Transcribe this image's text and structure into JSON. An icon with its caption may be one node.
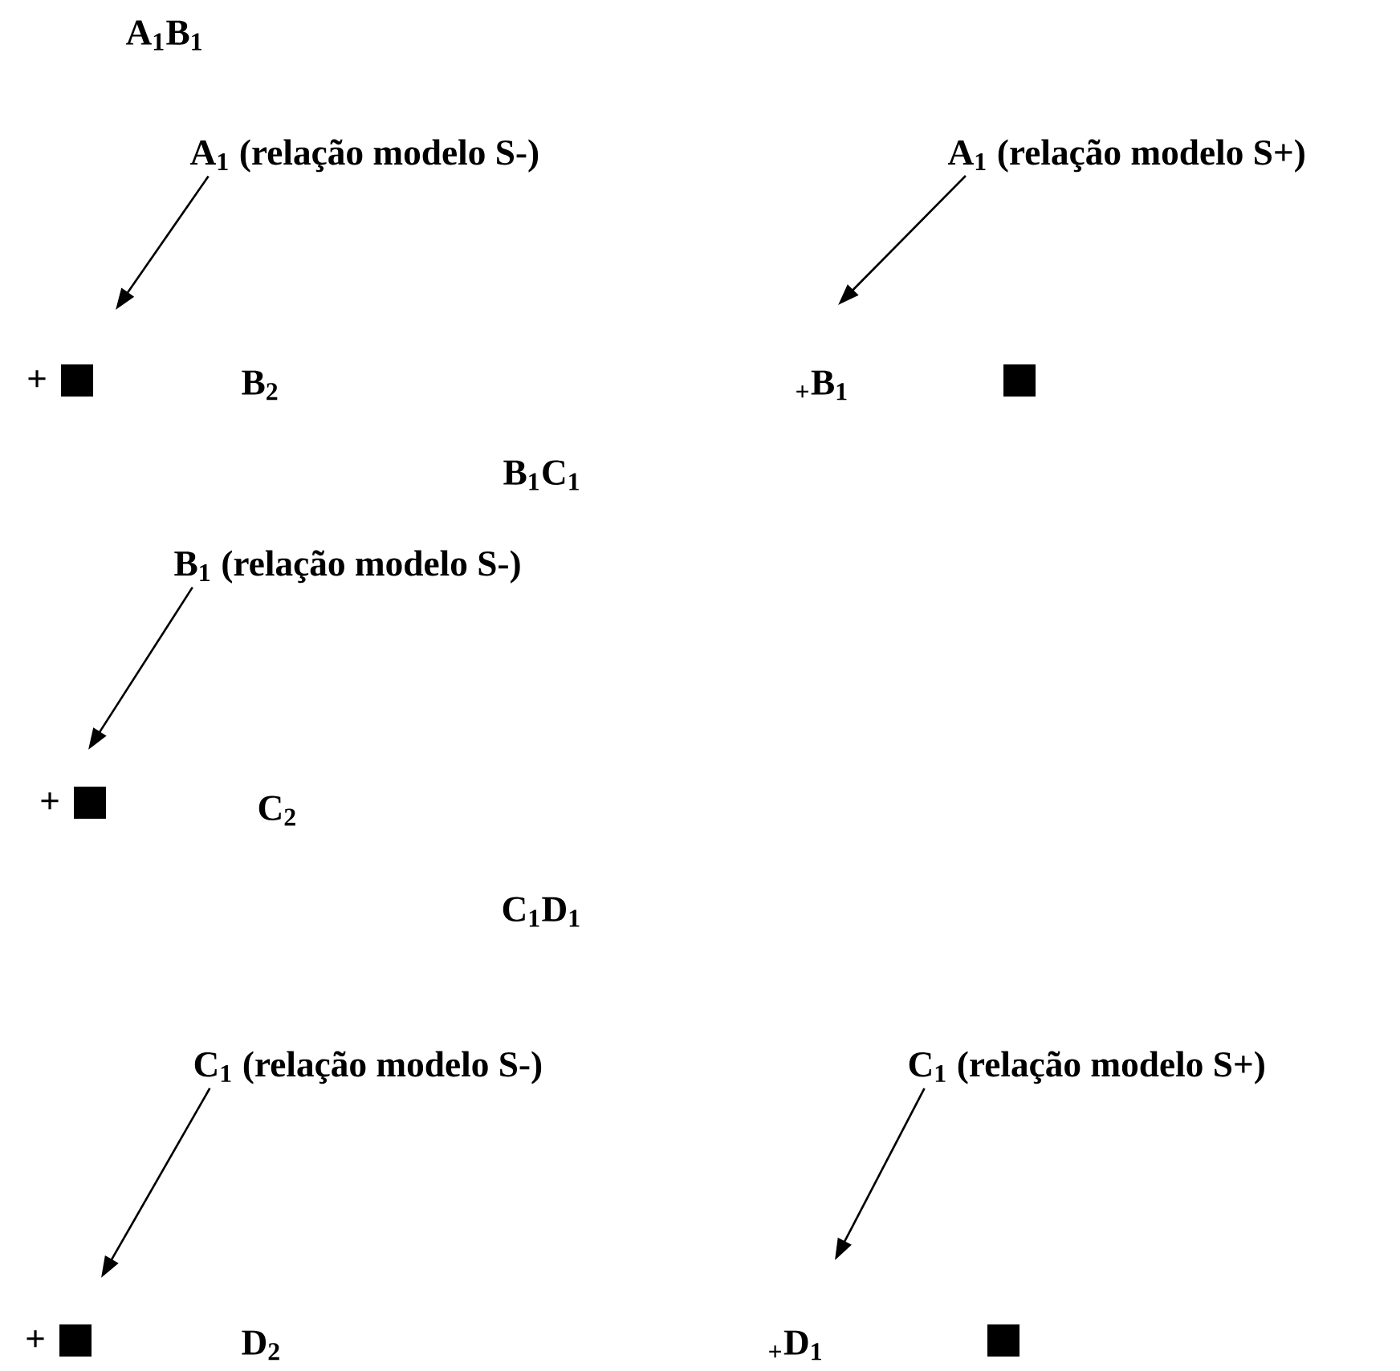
{
  "diagram": {
    "nodes": [
      {
        "text": [
          "A$_{1}$ (relação modelo S-)"
        ]
      },
      {
        "text": [
          "A$_{1}$ (relação modelo S+)"
        ]
      },
      {
        "text": [],
        "shape": "box",
        "beside": [
          "+"
        ]
      },
      {
        "text": [],
        "shape": "box"
      },
      {
        "text": [
          "B$_{1}$ (relação modelo S-)"
        ]
      },
      {
        "text": [],
        "shape": "box",
        "beside": [
          "+"
        ]
      },
      {
        "text": [
          "C$_{1}$ (relação modelo S-)"
        ]
      },
      {
        "text": [
          "C$_{1}$ (relação modelo S+)"
        ]
      },
      {
        "text": [],
        "shape": "box",
        "beside": [
          "+"
        ]
      },
      {
        "text": [],
        "shape": "box"
      }
    ],
    "edges": [
      {
        "from": 0,
        "to": null,
        "arrow": "to"
      },
      {
        "from": 1,
        "to": null,
        "arrow": "to"
      },
      {
        "from": 4,
        "to": null,
        "arrow": "to"
      },
      {
        "from": 6,
        "to": null,
        "arrow": "to"
      },
      {
        "from": 7,
        "to": null,
        "arrow": "to"
      }
    ],
    "labels": [
      "A$_{1}$B$_{1}$",
      "B$_{2}$",
      "$_{+}$B$_{1}$",
      "B$_{1}$C$_{1}$",
      "C$_{2}$",
      "C$_{1}$D$_{1}$",
      "D$_{2}$",
      "$_{+}$D$_{1}$"
    ]
  }
}
